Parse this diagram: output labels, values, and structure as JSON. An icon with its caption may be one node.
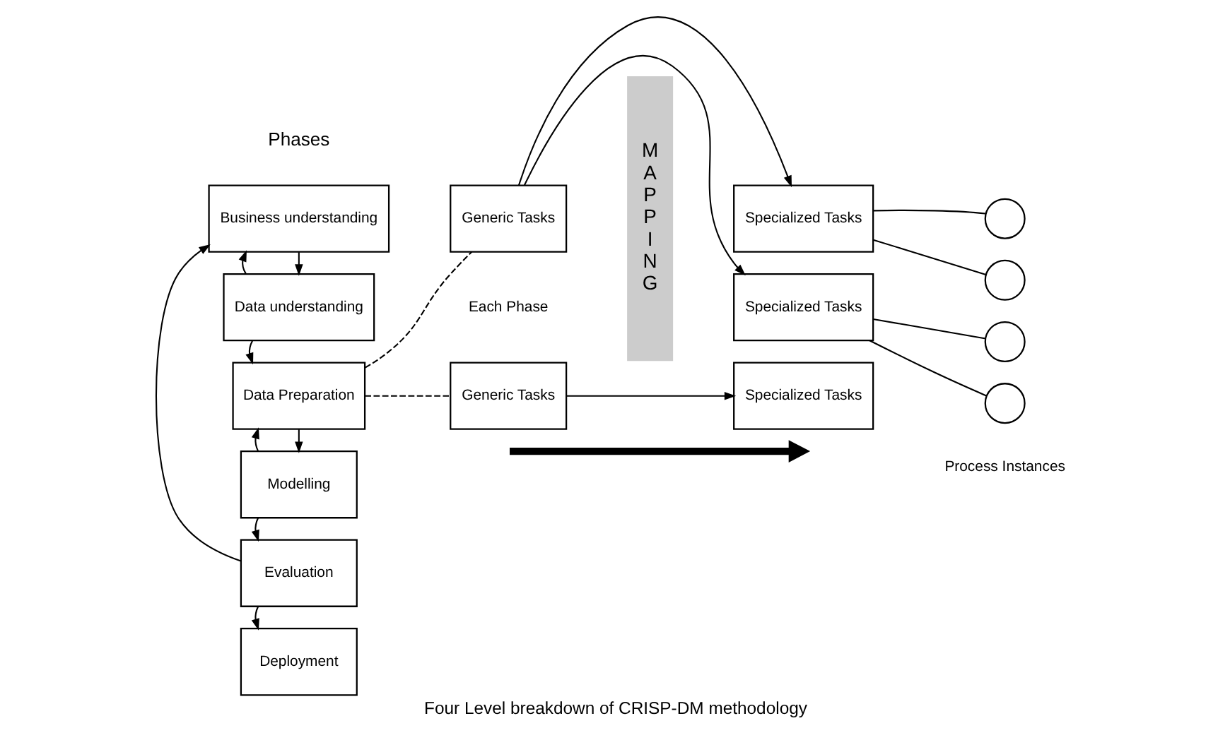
{
  "diagram": {
    "caption": "Four Level breakdown of CRISP-DM methodology",
    "nodes": [
      {
        "text": [
          "Business understanding"
        ]
      },
      {
        "text": [
          "Data understanding"
        ]
      },
      {
        "text": [
          "Data Preparation"
        ]
      },
      {
        "text": [
          "Modelling"
        ]
      },
      {
        "text": [
          "Evaluation"
        ]
      },
      {
        "text": [
          "Deployment"
        ]
      },
      {
        "text": [
          "Generic Tasks"
        ]
      },
      {
        "text": [
          "Generic Tasks"
        ]
      },
      {
        "text": [
          "MAPPING"
        ]
      },
      {
        "text": [
          "Specialized Tasks"
        ]
      },
      {
        "text": [
          "Specialized Tasks"
        ]
      },
      {
        "text": [
          "Specialized Tasks"
        ]
      },
      {
        "text": [],
        "shape": "circle"
      },
      {
        "text": [],
        "shape": "circle"
      },
      {
        "text": [],
        "shape": "circle"
      },
      {
        "text": [],
        "shape": "circle"
      }
    ],
    "edges": [
      {
        "from": 0,
        "to": 1,
        "arrow": "to"
      },
      {
        "from": 1,
        "to": 0,
        "arrow": "to"
      },
      {
        "from": 1,
        "to": 2,
        "arrow": "to"
      },
      {
        "from": 2,
        "to": 3,
        "arrow": "to"
      },
      {
        "from": 3,
        "to": 2,
        "arrow": "to"
      },
      {
        "from": 3,
        "to": 4,
        "arrow": "to"
      },
      {
        "from": 4,
        "to": 0,
        "arrow": "to"
      },
      {
        "from": 4,
        "to": 5,
        "arrow": "to"
      },
      {
        "from": 2,
        "to": 6,
        "arrow": "none",
        "style": "dashed"
      },
      {
        "from": 2,
        "to": 7,
        "arrow": "none",
        "style": "dashed"
      },
      {
        "from": 6,
        "to": 9,
        "arrow": "to"
      },
      {
        "from": 6,
        "to": 10,
        "arrow": "to"
      },
      {
        "from": 7,
        "to": 11,
        "arrow": "to"
      },
      {
        "from": 9,
        "to": 12,
        "arrow": "none"
      },
      {
        "from": 9,
        "to": 13,
        "arrow": "none"
      },
      {
        "from": 10,
        "to": 14,
        "arrow": "none"
      },
      {
        "from": 10,
        "to": 15,
        "arrow": "none"
      }
    ],
    "labels": [
      "Phases",
      "Each Phase",
      "Process Instances"
    ]
  }
}
